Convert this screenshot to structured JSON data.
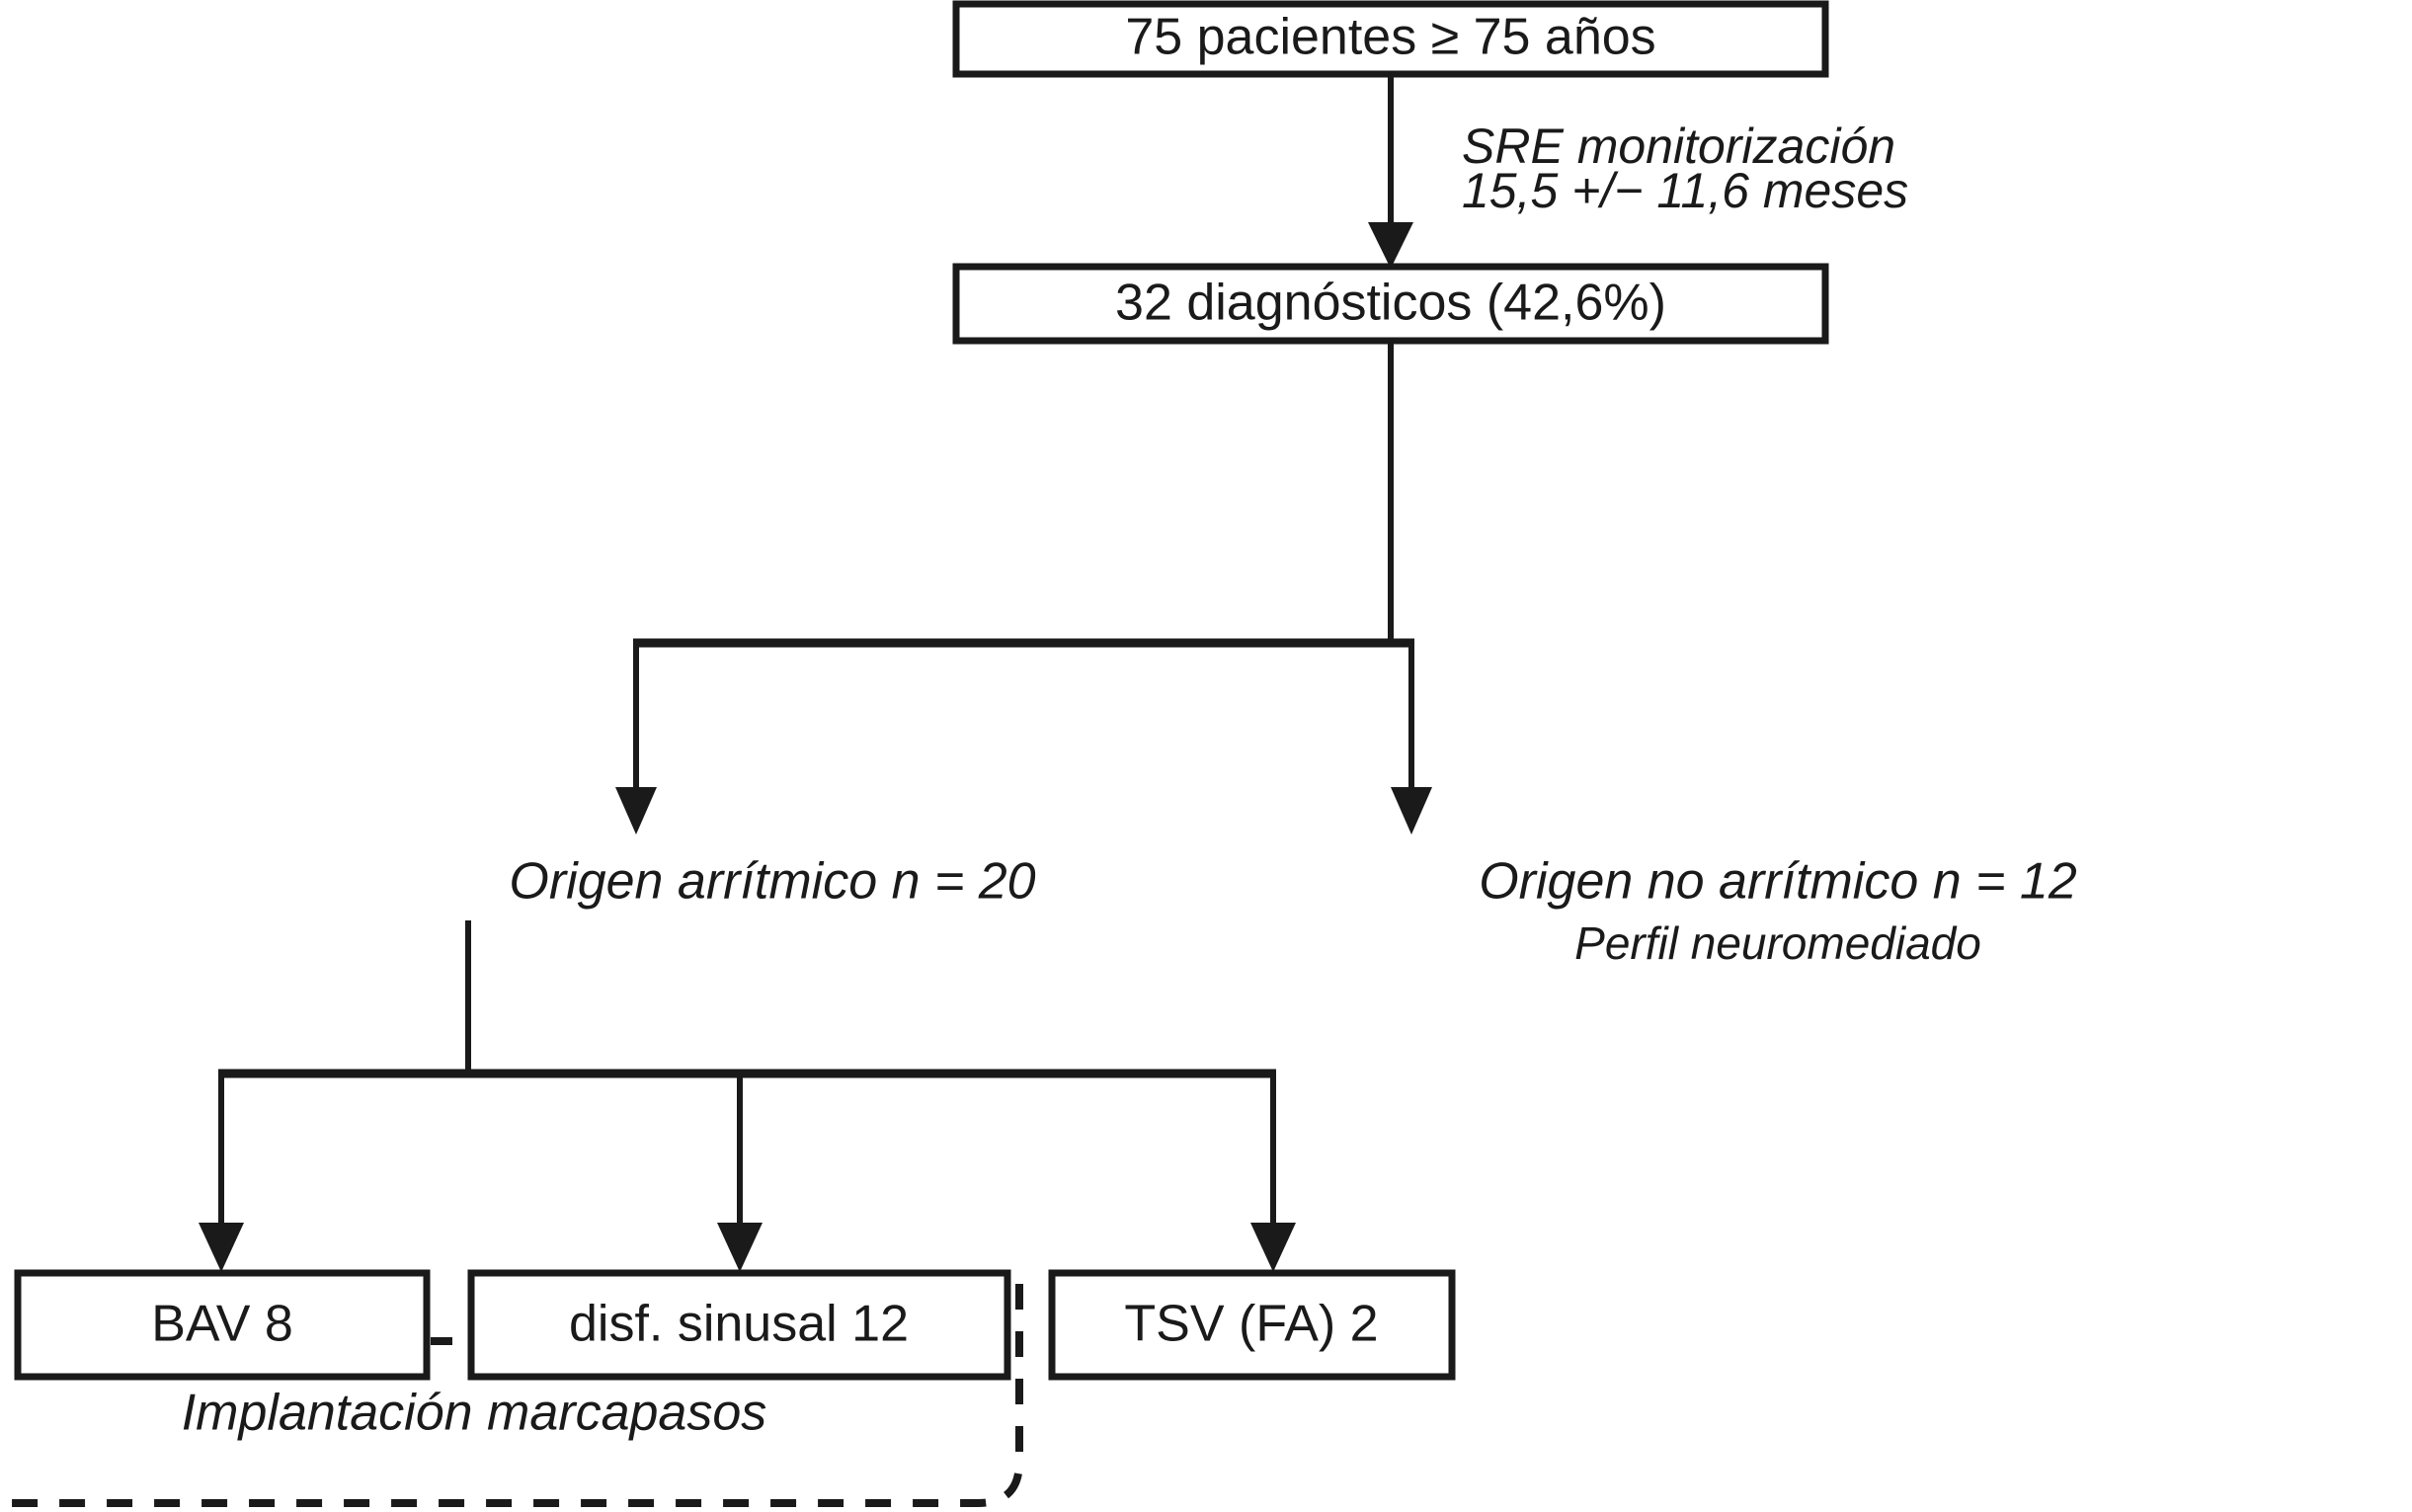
{
  "figure": {
    "type": "flowchart",
    "language": "es",
    "colors": {
      "stroke": "#1a1a1a",
      "background": "#ffffff",
      "text": "#1a1a1a"
    }
  },
  "nodes": {
    "cohort": {
      "label": "75 pacientes ≥ 75 años"
    },
    "diagnoses": {
      "label": "32 diagnósticos (42,6%)"
    },
    "arrhythmic": {
      "label": "Origen arrítmico n = 20"
    },
    "non_arrhythmic": {
      "label": "Origen no arrítmico n = 12",
      "sublabel": "Perfil neuromediado"
    },
    "bav": {
      "label": "BAV 8"
    },
    "sinus": {
      "label": "disf. sinusal 12"
    },
    "tsv": {
      "label": "TSV (FA) 2"
    }
  },
  "edges": {
    "monitoring": {
      "line1": "SRE monitorización",
      "line2": "15,5 +/− 11,6 meses"
    }
  },
  "groups": {
    "pacemaker": {
      "label": "Implantación marcapasos"
    }
  }
}
